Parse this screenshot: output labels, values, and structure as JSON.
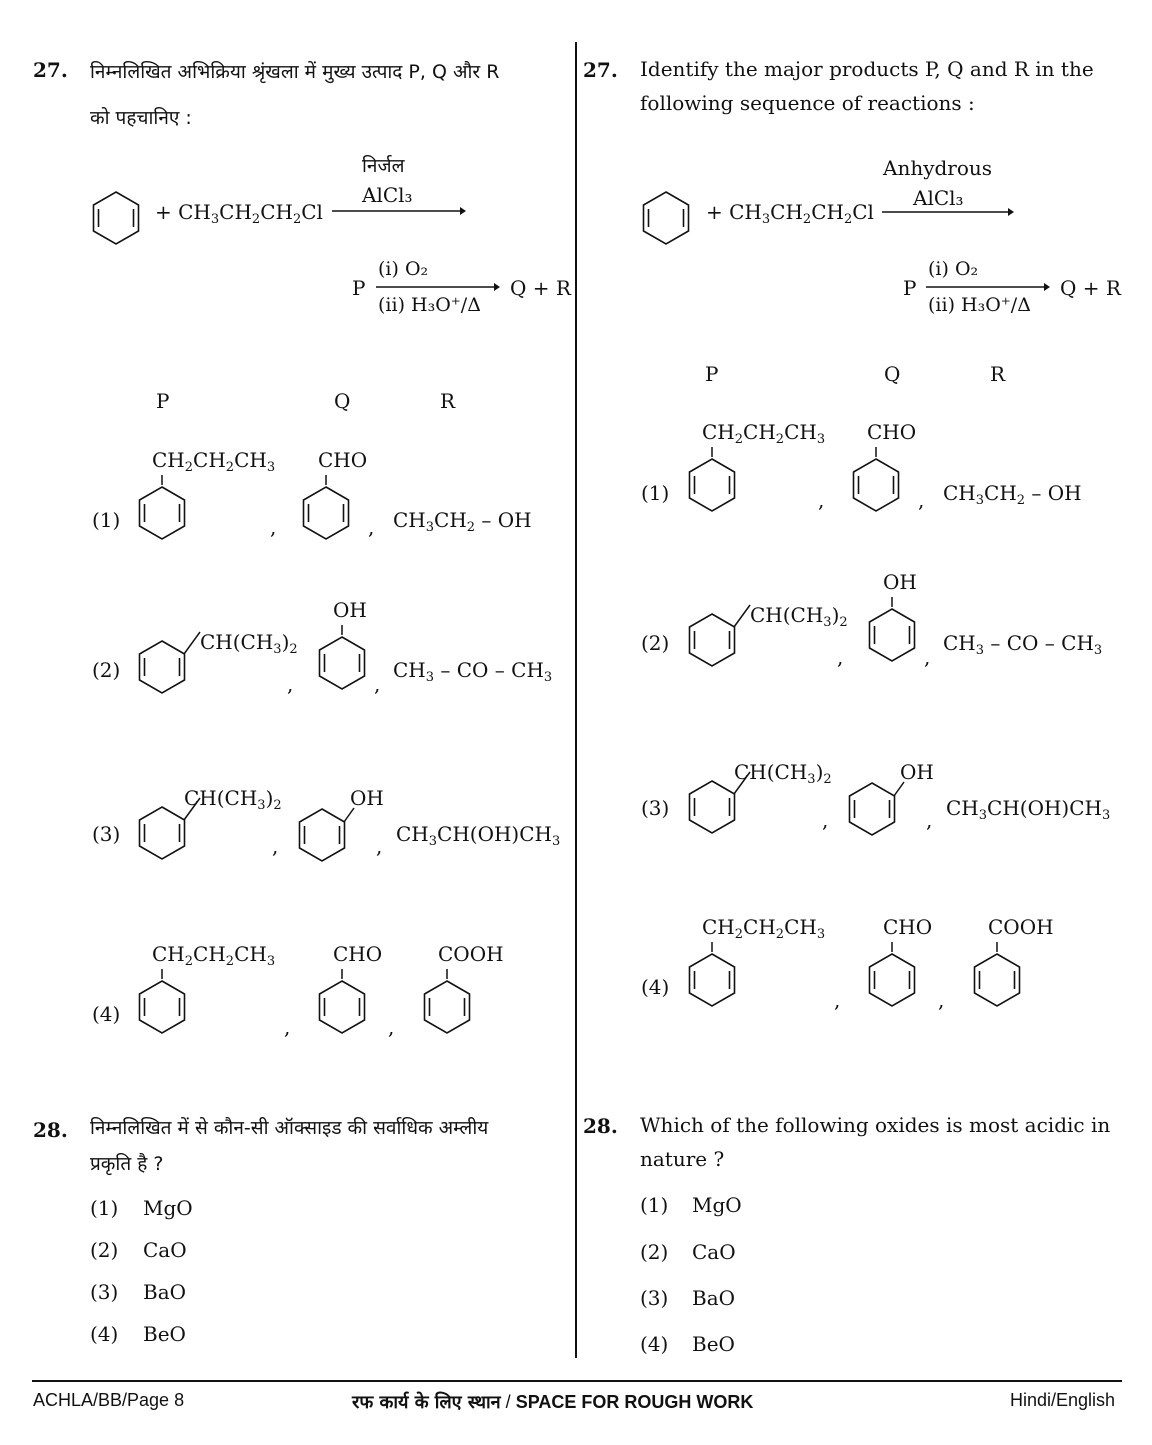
{
  "hindi": {
    "q27": {
      "number": "27.",
      "line1": "निम्नलिखित अभिक्रिया श्रृंखला में मुख्य उत्पाद P, Q और R",
      "line2": "को पहचानिए :",
      "reagent_top": "निर्जल",
      "options": [
        {
          "label": "(1)",
          "p": "CH₂CH₂CH₃",
          "q": "CHO",
          "r": "CH₃CH₂ – OH"
        },
        {
          "label": "(2)",
          "p": "CH(CH₃)₂",
          "q": "OH",
          "r": "CH₃ – CO – CH₃"
        },
        {
          "label": "(3)",
          "p": "CH(CH₃)₂",
          "q": "OH",
          "r": "CH₃CH(OH)CH₃"
        },
        {
          "label": "(4)",
          "p": "CH₂CH₂CH₃",
          "q": "CHO",
          "r": "COOH"
        }
      ]
    },
    "q28": {
      "number": "28.",
      "line1": "निम्नलिखित में से कौन-सी ऑक्साइड की सर्वाधिक अम्लीय",
      "line2": "प्रकृति है ?",
      "options": [
        {
          "label": "(1)",
          "text": "MgO"
        },
        {
          "label": "(2)",
          "text": "CaO"
        },
        {
          "label": "(3)",
          "text": "BaO"
        },
        {
          "label": "(4)",
          "text": "BeO"
        }
      ]
    }
  },
  "english": {
    "q27": {
      "number": "27.",
      "line1": "Identify the major products P, Q and R in the",
      "line2": "following sequence of reactions :",
      "reagent_top": "Anhydrous"
    },
    "q28": {
      "number": "28.",
      "line1": "Which of the following oxides is most acidic in",
      "line2": "nature ?",
      "options": [
        {
          "label": "(1)",
          "text": "MgO"
        },
        {
          "label": "(2)",
          "text": "CaO"
        },
        {
          "label": "(3)",
          "text": "BaO"
        },
        {
          "label": "(4)",
          "text": "BeO"
        }
      ]
    }
  },
  "reaction": {
    "plus": "+",
    "reagent_bottom": "AlCl₃",
    "p_label": "P",
    "step1": "(i) O₂",
    "step2": "(ii) H₃O⁺/Δ",
    "products": "Q + R"
  },
  "column_headers": {
    "p": "P",
    "q": "Q",
    "r": "R"
  },
  "comma": ",",
  "footer": {
    "left": "ACHLA/BB/Page 8",
    "center_hindi": "रफ कार्य के लिए स्थान",
    "center_sep": " / ",
    "center_english": "SPACE FOR ROUGH WORK",
    "right": "Hindi/English"
  }
}
